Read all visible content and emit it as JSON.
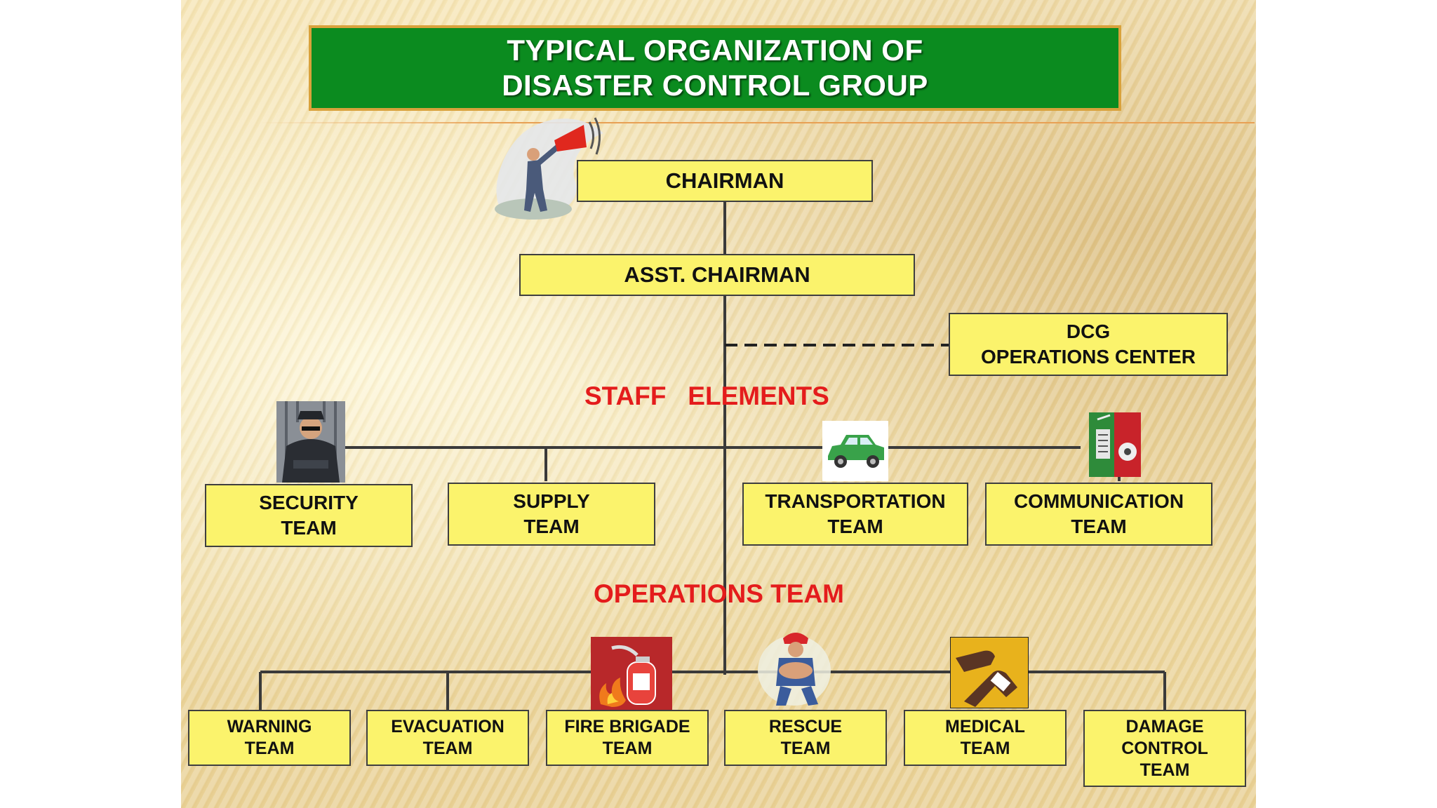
{
  "title": {
    "line1": "TYPICAL ORGANIZATION OF",
    "line2": "DISASTER CONTROL GROUP"
  },
  "chairman": "CHAIRMAN",
  "asst_chairman": "ASST. CHAIRMAN",
  "ops_center": {
    "line1": "DCG",
    "line2": "OPERATIONS CENTER"
  },
  "staff_label": "STAFF   ELEMENTS",
  "staff": [
    {
      "line1": "SECURITY",
      "line2": "TEAM"
    },
    {
      "line1": "SUPPLY",
      "line2": "TEAM"
    },
    {
      "line1": "TRANSPORTATION",
      "line2": "TEAM"
    },
    {
      "line1": "COMMUNICATION",
      "line2": "TEAM"
    }
  ],
  "operations_label": "OPERATIONS TEAM",
  "operations": [
    {
      "line1": "WARNING",
      "line2": "TEAM"
    },
    {
      "line1": "EVACUATION",
      "line2": "TEAM"
    },
    {
      "line1": "FIRE BRIGADE",
      "line2": "TEAM"
    },
    {
      "line1": "RESCUE",
      "line2": "TEAM"
    },
    {
      "line1": "MEDICAL",
      "line2": "TEAM"
    },
    {
      "line1": "DAMAGE",
      "line2": "CONTROL",
      "line3": "TEAM"
    }
  ],
  "icons": [
    "megaphone-man-icon",
    "security-guard-icon",
    "car-icon",
    "radio-equipment-icon",
    "fire-extinguisher-icon",
    "rescuer-icon",
    "bandaged-arm-icon"
  ],
  "colors": {
    "title_bg": "#0b8b1f",
    "title_border": "#d9a23c",
    "box_fill": "#fbf36c",
    "label_red": "#e41c1c"
  }
}
